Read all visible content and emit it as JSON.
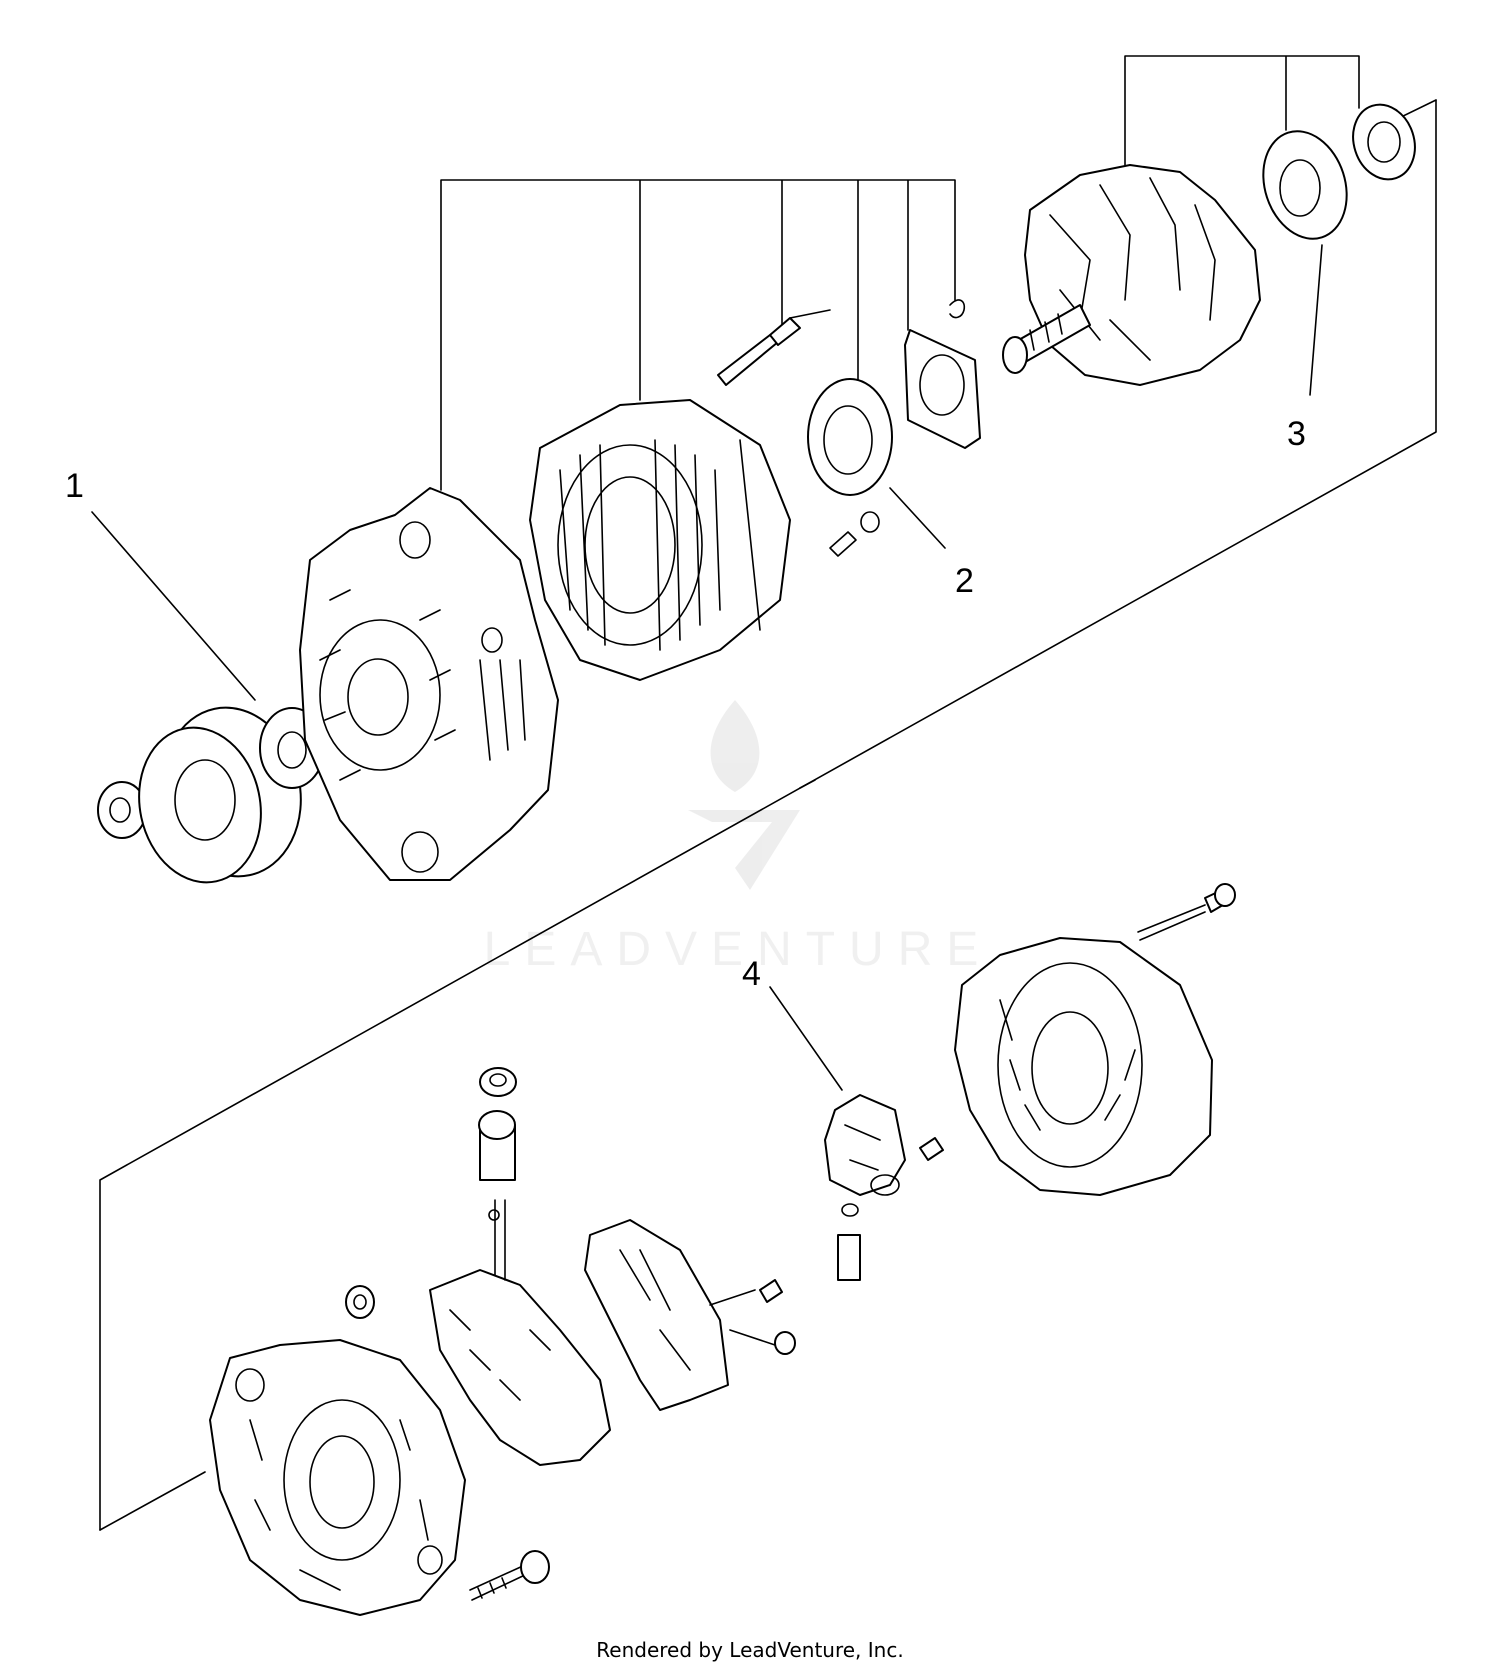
{
  "callouts": [
    {
      "id": "1",
      "label": "1"
    },
    {
      "id": "2",
      "label": "2"
    },
    {
      "id": "3",
      "label": "3"
    },
    {
      "id": "4",
      "label": "4"
    }
  ],
  "watermark": {
    "text": "LEADVENTURE",
    "icon": "leadventure-flame-logo"
  },
  "footer": {
    "text": "Rendered by LeadVenture, Inc."
  }
}
